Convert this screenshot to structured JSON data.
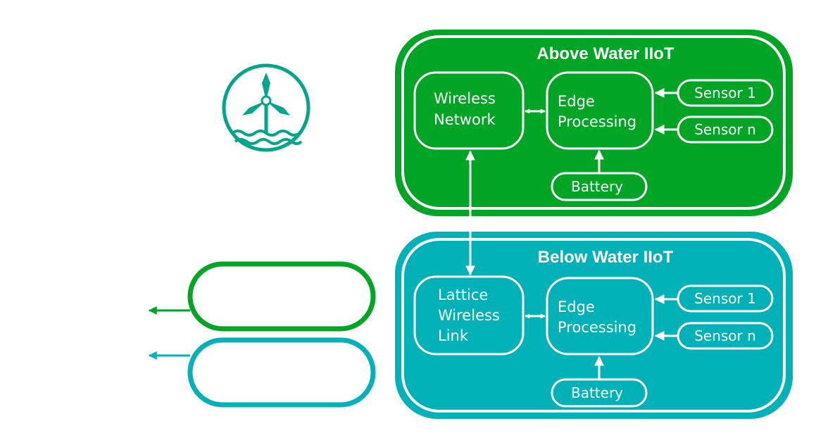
{
  "colors": {
    "above": "#00a525",
    "below": "#00b2b8",
    "stroke": "#ffffff",
    "bg": "#ffffff"
  },
  "icon": "wind-turbine-icon",
  "above": {
    "title": "Above Water IIoT",
    "network": [
      "Wireless",
      "Network"
    ],
    "edge": [
      "Edge",
      "Processing"
    ],
    "sensor_1": "Sensor 1",
    "sensor_n": "Sensor n",
    "battery": "Battery"
  },
  "below": {
    "title": "Below Water IIoT",
    "network": [
      "Lattice",
      "Wireless",
      "Link"
    ],
    "edge": [
      "Edge",
      "Processing"
    ],
    "sensor_1": "Sensor 1",
    "sensor_n": "Sensor n",
    "battery": "Battery"
  },
  "legend": [
    {
      "color": "green",
      "label": ""
    },
    {
      "color": "teal",
      "label": ""
    }
  ]
}
